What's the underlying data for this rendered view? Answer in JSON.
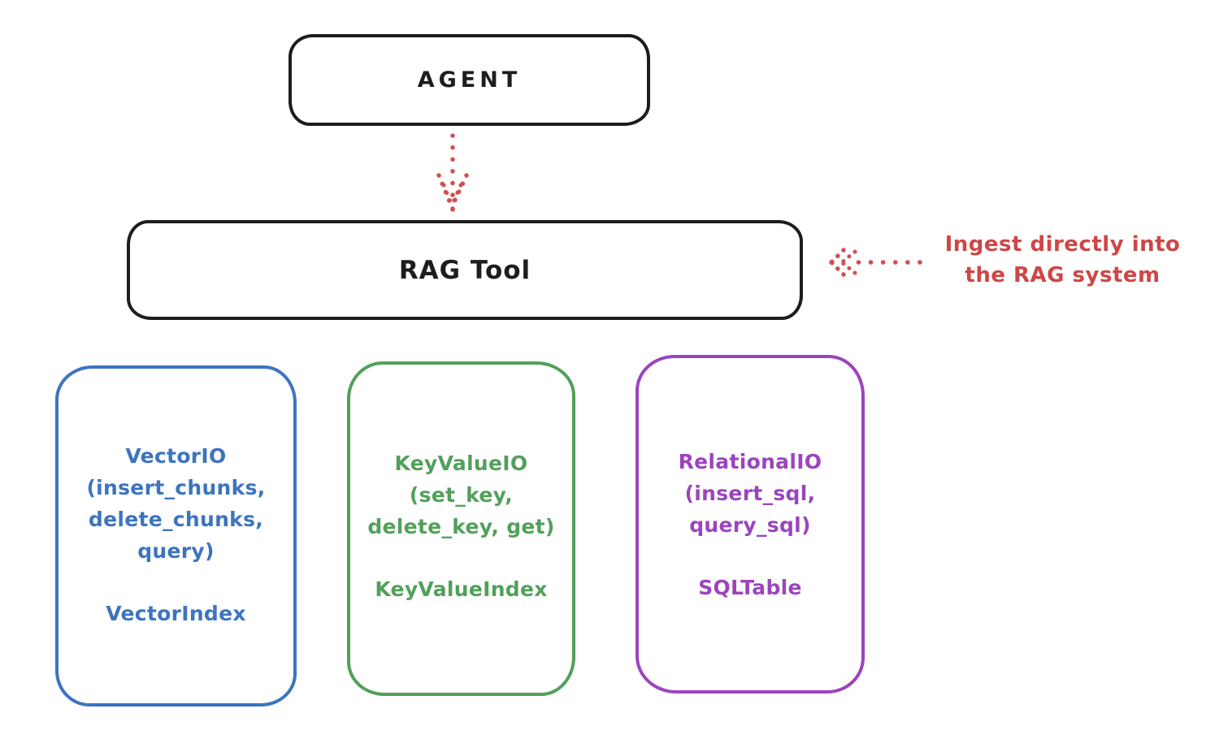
{
  "palette": {
    "ink": "#1d1d1d",
    "red": "#cf4646",
    "blue": "#3d74bf",
    "green": "#52a05a",
    "purple": "#9c44bd",
    "background": "#ffffff"
  },
  "nodes": {
    "agent": {
      "label": "AGENT"
    },
    "rag_tool": {
      "label": "RAG Tool"
    }
  },
  "arrows": [
    {
      "name": "agent-to-rag-tool",
      "style": "dotted",
      "color": "#cf4646",
      "direction": "down"
    },
    {
      "name": "annotation-to-rag-tool",
      "style": "dotted",
      "color": "#cf4646",
      "direction": "left"
    }
  ],
  "annotation": {
    "line1": "Ingest directly into",
    "line2": "the RAG system"
  },
  "cards": [
    {
      "title": "VectorIO",
      "lines": [
        "VectorIO",
        "(insert_chunks,",
        "delete_chunks,",
        "query)"
      ],
      "index_label": "VectorIndex",
      "color": "#3d74bf"
    },
    {
      "title": "KeyValueIO",
      "lines": [
        "KeyValueIO",
        "(set_key,",
        "delete_key, get)"
      ],
      "index_label": "KeyValueIndex",
      "color": "#52a05a"
    },
    {
      "title": "RelationalIO",
      "lines": [
        "RelationalIO",
        "(insert_sql,",
        "query_sql)"
      ],
      "index_label": "SQLTable",
      "color": "#9c44bd"
    }
  ]
}
